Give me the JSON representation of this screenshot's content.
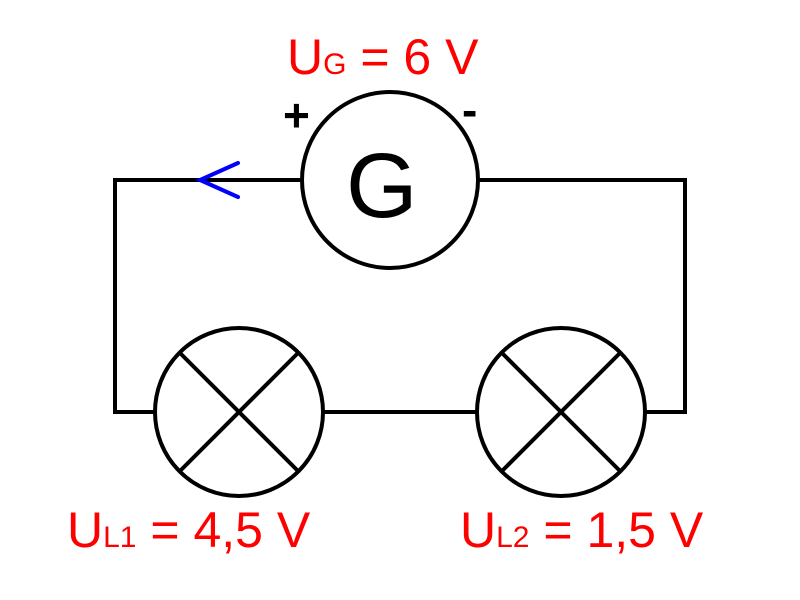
{
  "colors": {
    "wire": "#000000",
    "label": "#ff0000",
    "current_arrow": "#0000ff",
    "background": "#ffffff"
  },
  "generator": {
    "symbol": "G",
    "voltage": {
      "symbol": "U",
      "subscript": "G",
      "rest": " = 6 V"
    },
    "plus": "+",
    "minus": "-"
  },
  "lamps": [
    {
      "voltage": {
        "symbol": "U",
        "subscript": "L1",
        "rest": " = 4,5 V"
      }
    },
    {
      "voltage": {
        "symbol": "U",
        "subscript": "L2",
        "rest": " = 1,5 V"
      }
    }
  ],
  "current_arrow": {
    "icon": "arrow-left-icon"
  }
}
